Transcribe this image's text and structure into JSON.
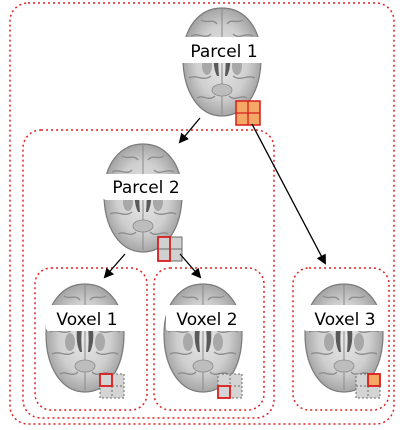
{
  "nodes": {
    "parcel1": {
      "label": "Parcel 1"
    },
    "parcel2": {
      "label": "Parcel 2"
    },
    "voxel1": {
      "label": "Voxel 1"
    },
    "voxel2": {
      "label": "Voxel 2"
    },
    "voxel3": {
      "label": "Voxel 3"
    }
  },
  "colors": {
    "group_border": "#e02020",
    "highlight_fill": "#f5a766",
    "highlight_stroke": "#d81c1c",
    "grid_stroke": "#6a6a6a",
    "arrow": "#000000"
  }
}
